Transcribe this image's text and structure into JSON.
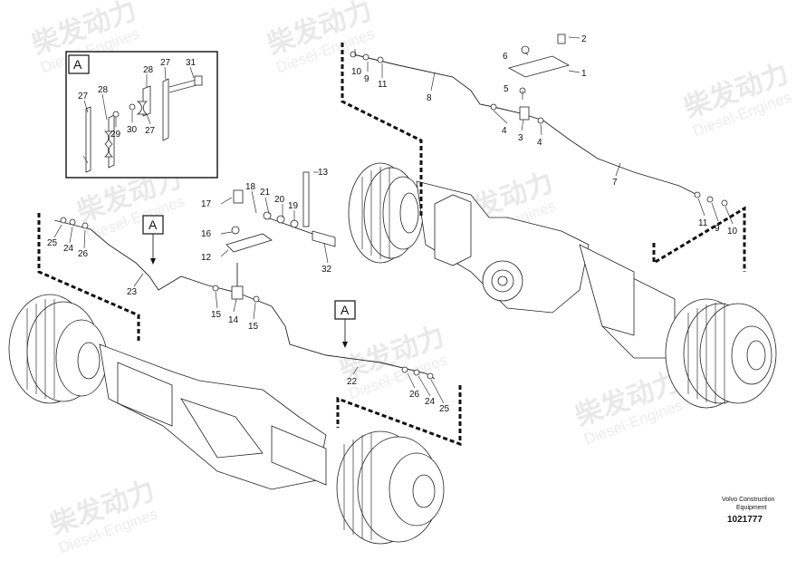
{
  "watermark": {
    "cn_text": "柴发动力",
    "en_text": "Diesel-Engines"
  },
  "detail": {
    "label": "A",
    "callouts": [
      "27",
      "28",
      "27",
      "31",
      "27",
      "28",
      "29",
      "30"
    ]
  },
  "flags": [
    "A",
    "A"
  ],
  "callouts": {
    "c1": "1",
    "c2": "2",
    "c3": "3",
    "c4a": "4",
    "c4b": "4",
    "c5": "5",
    "c6": "6",
    "c7": "7",
    "c8": "8",
    "c9a": "9",
    "c9b": "9",
    "c10a": "10",
    "c10b": "10",
    "c11a": "11",
    "c11b": "11",
    "c12": "12",
    "c13": "13",
    "c14": "14",
    "c15a": "15",
    "c15b": "15",
    "c16": "16",
    "c17": "17",
    "c18": "18",
    "c19": "19",
    "c20": "20",
    "c21": "21",
    "c22": "22",
    "c23": "23",
    "c24a": "24",
    "c24b": "24",
    "c25a": "25",
    "c25b": "25",
    "c26a": "26",
    "c26b": "26",
    "c32": "32"
  },
  "footer": {
    "brand_line1": "Volvo Construction",
    "brand_line2": "Equipment",
    "doc_number": "1021777"
  },
  "colors": {
    "line": "#222222",
    "watermark": "#e9e9e9"
  }
}
